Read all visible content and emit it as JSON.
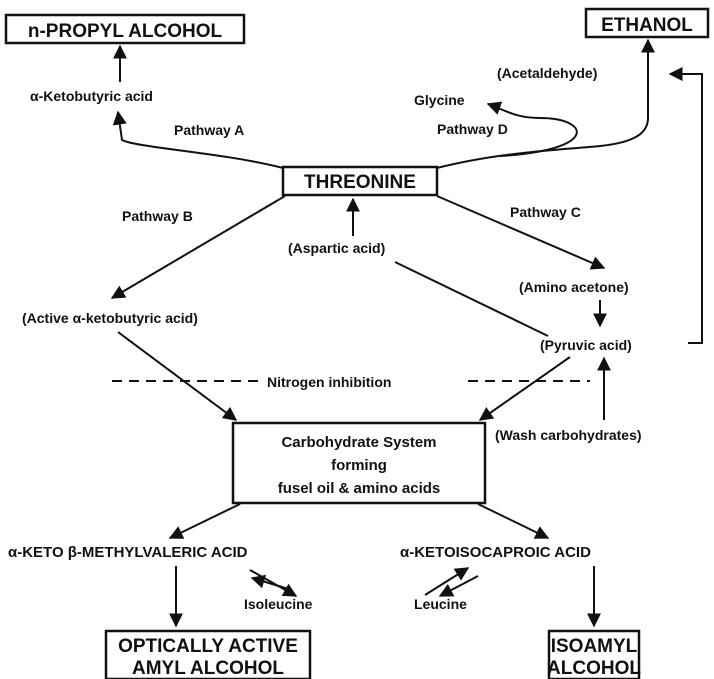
{
  "nodes": {
    "n_propyl_alcohol": "n-PROPYL ALCOHOL",
    "ethanol": "ETHANOL",
    "ketobutyric_acid": "α-Ketobutyric acid",
    "acetaldehyde": "(Acetaldehyde)",
    "glycine": "Glycine",
    "pathway_a": "Pathway A",
    "pathway_d": "Pathway D",
    "threonine": "THREONINE",
    "pathway_b": "Pathway B",
    "pathway_c": "Pathway C",
    "aspartic_acid": "(Aspartic acid)",
    "amino_acetone": "(Amino acetone)",
    "active_ketobutyric": "(Active α-ketobutyric acid)",
    "pyruvic_acid": "(Pyruvic acid)",
    "nitrogen_inhibition": "Nitrogen inhibition",
    "wash_carbohydrates": "(Wash carbohydrates)",
    "carb_line1": "Carbohydrate System",
    "carb_line2": "forming",
    "carb_line3": "fusel oil & amino acids",
    "keto_methylvaleric": "α-KETO β-METHYLVALERIC ACID",
    "ketoisocaproic": "α-KETOISOCAPROIC ACID",
    "isoleucine": "Isoleucine",
    "leucine": "Leucine",
    "opt_line1": "OPTICALLY ACTIVE",
    "opt_line2": "AMYL ALCOHOL",
    "isoamyl_line1": "ISOAMYL",
    "isoamyl_line2": "ALCOHOL"
  }
}
